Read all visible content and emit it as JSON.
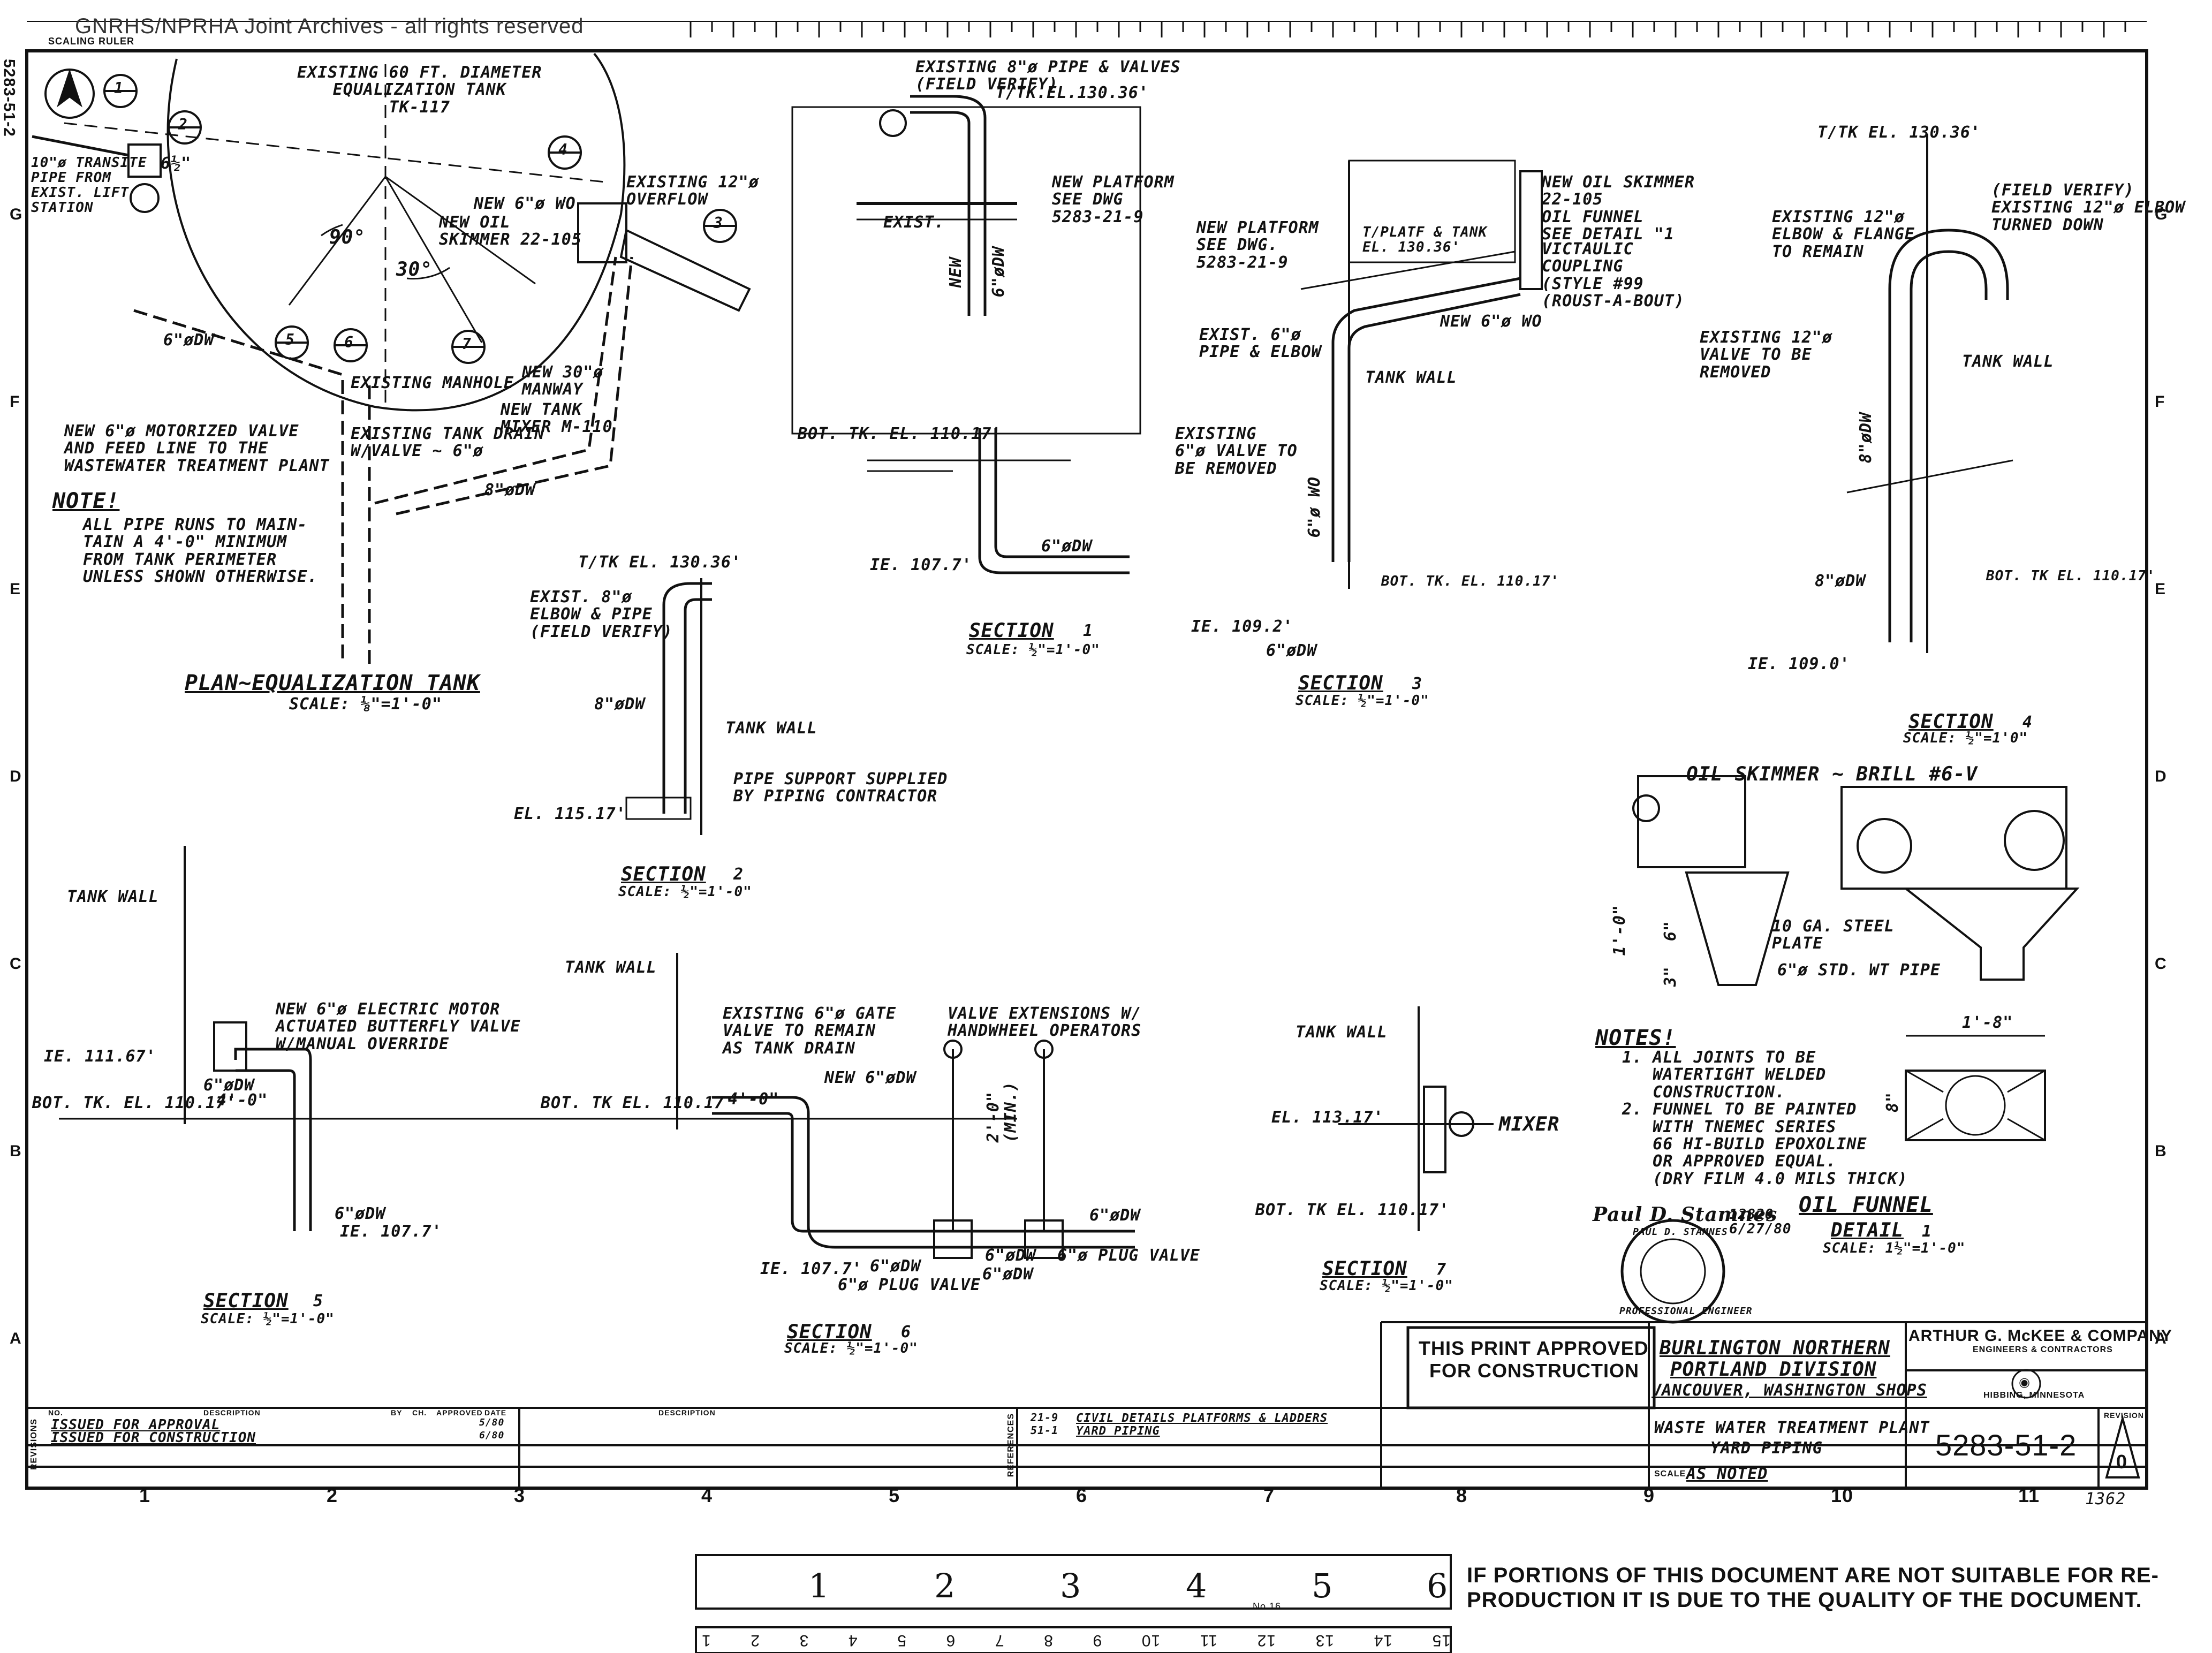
{
  "watermark": "GNRHS/NPRHA Joint Archives - all rights reserved",
  "scaling_ruler_label": "SCALING RULER",
  "sheet_side_code": "5283-51-2",
  "grid": {
    "columns": [
      "1",
      "2",
      "3",
      "4",
      "5",
      "6",
      "7",
      "8",
      "9",
      "10",
      "11"
    ],
    "rows": [
      "G",
      "F",
      "E",
      "D",
      "C",
      "B",
      "A"
    ]
  },
  "plan": {
    "tank_label": "EXISTING 60 FT. DIAMETER\nEQUALIZATION TANK\nTK-117",
    "callouts": [
      "1",
      "2",
      "3",
      "4",
      "5",
      "6",
      "7"
    ],
    "transite": "10\"ø TRANSITE\nPIPE FROM\nEXIST. LIFT\nSTATION",
    "new_wo": "NEW 6\"ø WO",
    "new_oil_skimmer": "NEW OIL\nSKIMMER 22-105",
    "existing_overflow": "EXISTING 12\"ø\nOVERFLOW",
    "angle_90": "90°",
    "angle_30": "30°",
    "dim_6_5": "6½\"",
    "dw6": "6\"øDW",
    "existing_manhole": "EXISTING MANHOLE",
    "manway": "NEW 30\"ø\nMANWAY",
    "tank_mixer": "NEW TANK\nMIXER M-110",
    "tank_drain": "EXISTING TANK DRAIN\nW/VALVE ~ 6\"ø",
    "motorized_valve": "NEW 6\"ø MOTORIZED VALVE\nAND FEED LINE TO THE\nWASTEWATER TREATMENT PLANT",
    "dw8": "8\"øDW",
    "title": "PLAN~EQUALIZATION TANK",
    "scale": "SCALE: ⅛\"=1'-0\""
  },
  "note": {
    "heading": "NOTE!",
    "body": "ALL PIPE RUNS TO MAIN-\nTAIN A 4'-0\" MINIMUM\nFROM TANK PERIMETER\nUNLESS SHOWN OTHERWISE."
  },
  "section1": {
    "pipe_valves": "EXISTING 8\"ø PIPE & VALVES\n(FIELD VERIFY)",
    "tk_el": "T/TK.EL.130.36'",
    "exist": "EXIST.",
    "new": "NEW",
    "dw6": "6\"øDW",
    "new_platform": "NEW PLATFORM\nSEE DWG\n5283-21-9",
    "bot_tk": "BOT. TK. EL. 110.17'",
    "ie": "IE. 107.7'",
    "title": "SECTION",
    "num": "1",
    "scale": "SCALE: ½\"=1'-0\""
  },
  "section2": {
    "tk_el": "T/TK EL. 130.36'",
    "elbow": "EXIST. 8\"ø\nELBOW & PIPE\n(FIELD VERIFY)",
    "dw8": "8\"øDW",
    "tank_wall": "TANK WALL",
    "support": "PIPE SUPPORT SUPPLIED\nBY PIPING CONTRACTOR",
    "el": "EL. 115.17'",
    "title": "SECTION",
    "num": "2",
    "scale": "SCALE: ½\"=1'-0\""
  },
  "section3": {
    "new_oil_skimmer": "NEW OIL SKIMMER\n22-105",
    "new_platform": "NEW PLATFORM\nSEE DWG.\n5283-21-9",
    "platf_tank": "T/PLATF & TANK\nEL. 130.36'",
    "oil_funnel": "OIL FUNNEL\nSEE DETAIL \"1",
    "victaulic": "VICTAULIC\nCOUPLING\n(STYLE #99\n(ROUST-A-BOUT)",
    "new_wo": "NEW 6\"ø WO",
    "exist_pipe": "EXIST. 6\"ø\nPIPE & ELBOW",
    "tank_wall": "TANK WALL",
    "existing_valve": "EXISTING\n6\"ø VALVE TO\nBE REMOVED",
    "wo6": "6\"ø WO",
    "bot_tk": "BOT. TK. EL. 110.17'",
    "ie": "IE. 109.2'",
    "dw6": "6\"øDW",
    "title": "SECTION",
    "num": "3",
    "scale": "SCALE: ½\"=1'-0\""
  },
  "section4": {
    "tk_el": "T/TK EL. 130.36'",
    "field_verify": "(FIELD VERIFY)\nEXISTING 12\"ø ELBOW\nTURNED DOWN",
    "existing_elbow": "EXISTING 12\"ø\nELBOW & FLANGE\nTO REMAIN",
    "existing_valve": "EXISTING 12\"ø\nVALVE TO BE\nREMOVED",
    "tank_wall": "TANK WALL",
    "dw8_vert": "8\"øDW",
    "dw8": "8\"øDW",
    "bot_tk": "BOT. TK EL. 110.17'",
    "ie": "IE. 109.0'",
    "title": "SECTION",
    "num": "4",
    "scale": "SCALE: ½\"=1'0\""
  },
  "skimmer": {
    "title": "OIL SKIMMER ~ BRILL #6-V",
    "dim_1_0": "1'-0\"",
    "dim_6": "6\"",
    "dim_3": "3\"",
    "steel_plate": "10 GA. STEEL\nPLATE",
    "std_pipe": "6\"ø STD. WT PIPE"
  },
  "funnel": {
    "dim_1_8": "1'-8\"",
    "dim_8": "8\"",
    "title": "OIL FUNNEL",
    "detail": "DETAIL",
    "num": "1",
    "scale": "SCALE: 1½\"=1'-0\""
  },
  "notes": {
    "heading": "NOTES!",
    "body": "1. ALL JOINTS TO BE\n   WATERTIGHT WELDED\n   CONSTRUCTION.\n2. FUNNEL TO BE PAINTED\n   WITH TNEMEC SERIES\n   66 HI-BUILD EPOXOLINE\n   OR APPROVED EQUAL.\n   (DRY FILM 4.0 MILS THICK)"
  },
  "section5": {
    "tank_wall": "TANK WALL",
    "valve": "NEW 6\"ø ELECTRIC MOTOR\nACTUATED BUTTERFLY VALVE\nW/MANUAL OVERRIDE",
    "ie_top": "IE. 111.67'",
    "dw6_top": "6\"øDW",
    "dim_4_0": "4'-0\"",
    "bot_tk": "BOT. TK. EL. 110.17'",
    "dw6": "6\"øDW",
    "ie": "IE. 107.7'",
    "title": "SECTION",
    "num": "5",
    "scale": "SCALE: ½\"=1'-0\""
  },
  "section6": {
    "tank_wall": "TANK WALL",
    "gate_valve": "EXISTING 6\"ø GATE\nVALVE TO REMAIN\nAS TANK DRAIN",
    "extensions": "VALVE EXTENSIONS W/\nHANDWHEEL OPERATORS",
    "new_dw": "NEW 6\"øDW",
    "dim_4_0": "4'-0\"",
    "dim_min": "2'-0\"\n(MIN.)",
    "bot_tk": "BOT. TK EL. 110.17'",
    "dw6_right": "6\"øDW",
    "dw6_a": "6\"øDW",
    "dw6_b": "6\"øDW",
    "dw6_c": "6\"øDW",
    "plug_valve_l": "6\"ø PLUG VALVE",
    "plug_valve_r": "6\"ø PLUG VALVE",
    "ie": "IE. 107.7'",
    "title": "SECTION",
    "num": "6",
    "scale": "SCALE: ½\"=1'-0\""
  },
  "section7": {
    "tank_wall": "TANK WALL",
    "el": "EL. 113.17'",
    "mixer": "MIXER",
    "bot_tk": "BOT. TK EL. 110.17'",
    "title": "SECTION",
    "num": "7",
    "scale": "SCALE: ½\"=1'-0\""
  },
  "engineer": {
    "signature": "Paul D. Stamnes",
    "number": "12820",
    "date": "6/27/80",
    "seal_top": "PAUL D. STAMNES",
    "seal_bottom": "PROFESSIONAL ENGINEER"
  },
  "stamp": {
    "line1": "THIS PRINT APPROVED",
    "line2": "FOR CONSTRUCTION"
  },
  "client": {
    "line1": "BURLINGTON NORTHERN",
    "line2": "PORTLAND DIVISION",
    "line3": "VANCOUVER, WASHINGTON SHOPS"
  },
  "firm": {
    "name": "ARTHUR G. McKEE & COMPANY",
    "sub": "ENGINEERS & CONTRACTORS",
    "city": "HIBBING, MINNESOTA"
  },
  "drawing": {
    "title1": "WASTE WATER TREATMENT PLANT",
    "title2": "YARD PIPING",
    "scale_label": "SCALE",
    "scale": "AS NOTED",
    "number": "5283-51-2",
    "revision_label": "REVISION",
    "revision": "0",
    "sheet_no": "1362"
  },
  "revisions": {
    "headers": [
      "NO.",
      "DESCRIPTION",
      "BY",
      "CH.",
      "APPROVED",
      "DATE"
    ],
    "rows": [
      {
        "no": "",
        "desc": "ISSUED FOR APPROVAL",
        "date": "5/80"
      },
      {
        "no": "",
        "desc": "ISSUED FOR CONSTRUCTION",
        "date": "6/80"
      }
    ],
    "side_label": "REVISIONS",
    "references_label": "REFERENCES"
  },
  "references": [
    {
      "dwg": "21-9",
      "desc": "CIVIL DETAILS PLATFORMS & LADDERS"
    },
    {
      "dwg": "51-1",
      "desc": "YARD PIPING"
    }
  ],
  "footer_ruler_numbers": [
    "1",
    "2",
    "3",
    "4",
    "5",
    "6"
  ],
  "footer_ruler_mark": "No.16",
  "footer_cm_numbers": [
    "15",
    "14",
    "13",
    "12",
    "11",
    "10",
    "9",
    "8",
    "7",
    "6",
    "5",
    "4",
    "3",
    "2",
    "1"
  ],
  "quality_notice": "IF PORTIONS OF THIS DOCUMENT ARE NOT SUITABLE FOR RE-\nPRODUCTION IT IS DUE TO THE QUALITY OF THE DOCUMENT."
}
